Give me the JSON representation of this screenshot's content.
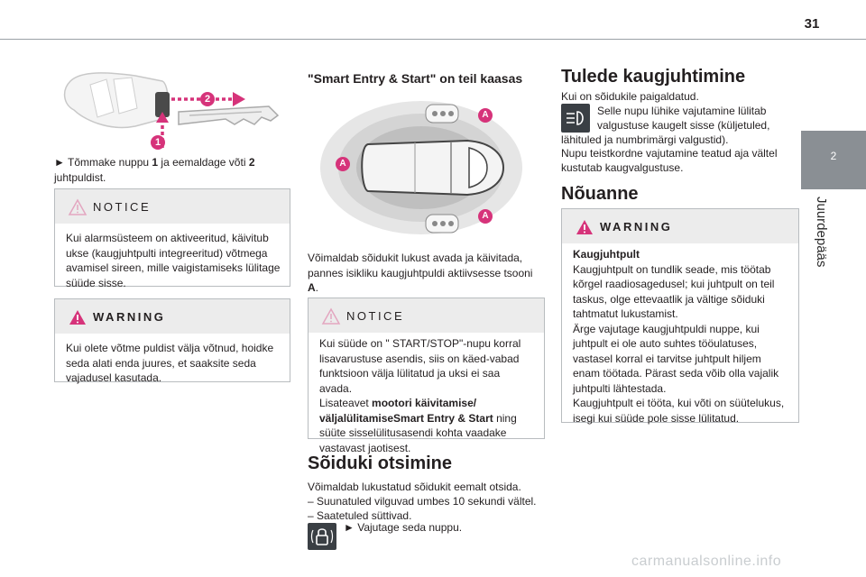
{
  "page_number": "31",
  "side_tab": {
    "number": "2",
    "label": "Juurdepääs"
  },
  "col1": {
    "instruction_prefix": "► Tõmmake nuppu",
    "instruction_1": "1",
    "instruction_mid": "ja eemaldage võti",
    "instruction_2": "2",
    "instruction_end": "juhtpuldist.",
    "callout_1": "1",
    "callout_2": "2",
    "notice": {
      "label": "NOTICE",
      "text": "Kui alarmsüsteem on aktiveeritud, käivitub ukse (kaugjuhtpulti integreeritud) võtmega avamisel sireen, mille vaigistamiseks lülitage süüde sisse."
    },
    "warning": {
      "label": "WARNING",
      "text": "Kui olete võtme puldist välja võtnud, hoidke seda alati enda juures, et saaksite seda vajadusel kasutada."
    }
  },
  "col2": {
    "heading": "\"Smart Entry & Start\" on teil kaasas",
    "zone_label": "A",
    "paragraph": "Võimaldab sõidukit lukust avada ja käivitada, pannes isikliku kaugjuhtpuldi aktiivsesse tsooni",
    "paragraph_bold": "A",
    "paragraph_end": ".",
    "notice": {
      "label": "NOTICE",
      "text_1": "Kui süüde on \" START/STOP\"-nupu korral lisavarustuse asendis, siis on käed-vabad funktsioon välja lülitatud ja uksi ei saa avada.",
      "text_2_prefix": "Lisateavet",
      "text_2_bold": "mootori käivitamise/ väljalülitamiseSmart Entry & Start",
      "text_2_end": "ning süüte sisselülitusasendi kohta vaadake vastavast jaotisest."
    },
    "section_title": "Sõiduki otsimine",
    "section_intro": "Võimaldab lukustatud sõidukit eemalt otsida.",
    "bullet_1": "–  Suunatuled vilguvad umbes 10 sekundi vältel.",
    "bullet_2": "–  Saatetuled süttivad.",
    "action": "► Vajutage seda nuppu."
  },
  "col3": {
    "title": "Tulede kaugjuhtimine",
    "line_1": "Kui on sõidukile paigaldatud.",
    "line_2a": "Selle nupu lühike vajutamine lülitab",
    "line_2b": "valgustuse kaugelt sisse (küljetuled,",
    "line_3": "lähituled ja numbrimärgi valgustid).",
    "line_4": "Nupu teistkordne vajutamine teatud aja vältel",
    "line_5": "kustutab kaugvalgustuse.",
    "advice_title": "Nõuanne",
    "warning": {
      "label": "WARNING",
      "bold": "Kaugjuhtpult",
      "p1": "Kaugjuhtpult on tundlik seade, mis töötab kõrgel raadiosagedusel; kui juhtpult on teil taskus, olge ettevaatlik ja vältige sõiduki tahtmatut lukustamist.",
      "p2": "Ärge vajutage kaugjuhtpuldi nuppe, kui juhtpult ei ole auto suhtes tööulatuses, vastasel korral ei tarvitse juhtpult hiljem enam töötada. Pärast seda võib olla vajalik juhtpulti lähtestada.",
      "p3": "Kaugjuhtpult ei tööta, kui võti on süütelukus, isegi kui süüde pole sisse lülitatud."
    }
  },
  "watermark": "carmanualsonline.info",
  "colors": {
    "tab_grey": "#8a8f94",
    "accent_pink": "#d6337a",
    "box_head_grey": "#ececec"
  }
}
